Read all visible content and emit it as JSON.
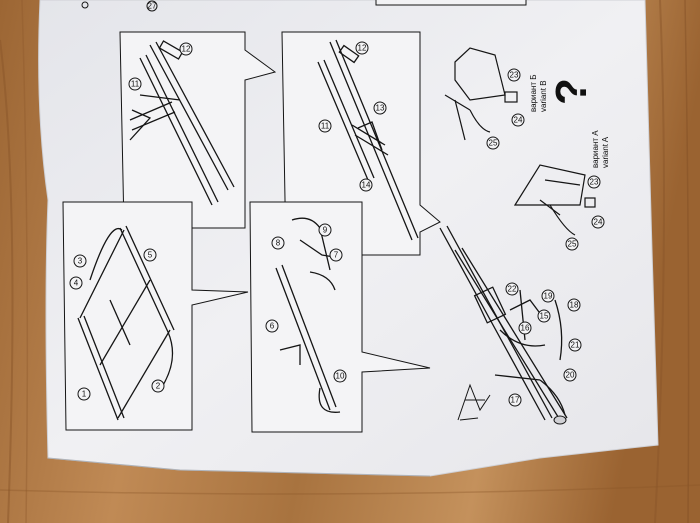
{
  "photo": {
    "variant_b_ru": "вариант Б",
    "variant_b_en": "variant B",
    "variant_a_ru": "вариант А",
    "variant_a_en": "variant A",
    "question_mark": "?"
  },
  "callouts": {
    "top_left_panel": [
      "11",
      "12"
    ],
    "top_middle_panel": [
      "12",
      "11",
      "13",
      "14"
    ],
    "left_panel": [
      "3",
      "4",
      "5",
      "1",
      "2"
    ],
    "middle_panel": [
      "8",
      "9",
      "7",
      "6",
      "10"
    ],
    "variant_b": [
      "23",
      "24",
      "25"
    ],
    "variant_a": [
      "23",
      "24",
      "25"
    ],
    "main_assembly": [
      "22",
      "16",
      "19",
      "18",
      "15",
      "21",
      "20",
      "17"
    ],
    "corner": [
      "27"
    ]
  },
  "colors": {
    "wood": "#b07a45",
    "paper": "#ececee",
    "ink": "#151515"
  }
}
